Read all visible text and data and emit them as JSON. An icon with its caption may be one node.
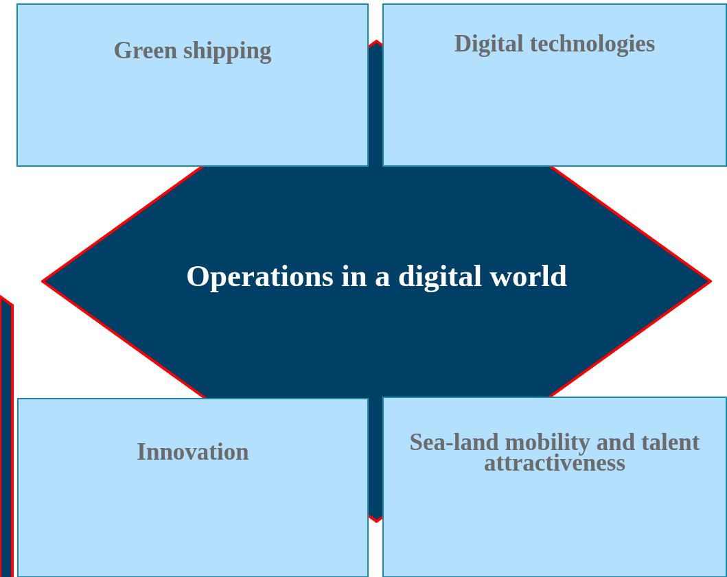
{
  "diagram": {
    "nodes": [
      {
        "text": [
          "Operations in a digital world"
        ]
      },
      {
        "text": [
          "Green shipping"
        ]
      },
      {
        "text": [
          "Digital technologies"
        ]
      },
      {
        "text": [
          "Innovation"
        ]
      },
      {
        "text": [
          "Sea-land mobility and talent attractiveness"
        ]
      }
    ]
  }
}
